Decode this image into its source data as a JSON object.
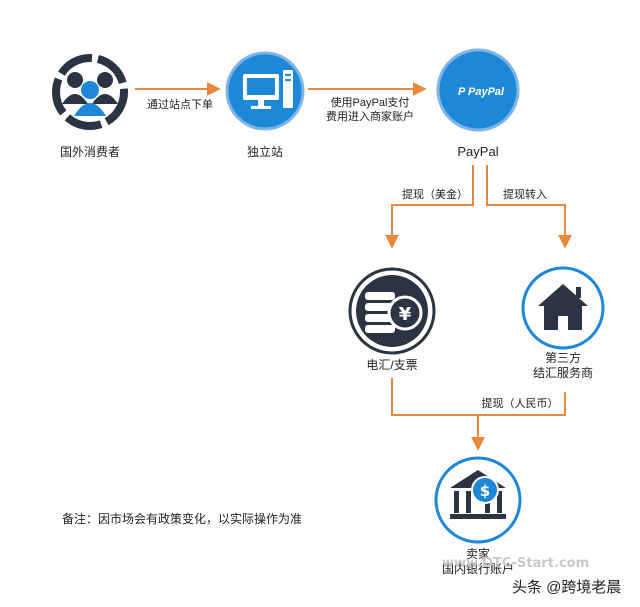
{
  "nodes": {
    "consumer": {
      "label": "国外消费者",
      "icon": "people-group-icon"
    },
    "store": {
      "label": "独立站",
      "icon": "desktop-computer-icon"
    },
    "paypal": {
      "label": "PayPal",
      "logo_text": "PayPal",
      "icon": "paypal-logo-icon"
    },
    "wire": {
      "label": "电汇/支票",
      "icon": "coins-yen-icon"
    },
    "third_party": {
      "label_line1": "第三方",
      "label_line2": "结汇服务商",
      "icon": "house-icon"
    },
    "seller": {
      "label_line1": "卖家",
      "label_line2": "国内银行账户",
      "icon": "bank-dollar-icon"
    }
  },
  "edges": {
    "consumer_to_store": "通过站点下单",
    "store_to_paypal_line1": "使用PayPal支付",
    "store_to_paypal_line2": "费用进入商家账户",
    "paypal_to_wire": "提现（美金）",
    "paypal_to_third": "提现转入",
    "to_seller": "提现（人民币）"
  },
  "note": "备注：因市场会有政策变化，以实际操作为准",
  "watermark": "www.DTC-Start.com",
  "credit": "头条 @跨境老晨",
  "colors": {
    "arrow": "#e8883a",
    "icon_dark": "#2a3442",
    "blue": "#1e88d8",
    "ring": "#7fb4e8"
  }
}
